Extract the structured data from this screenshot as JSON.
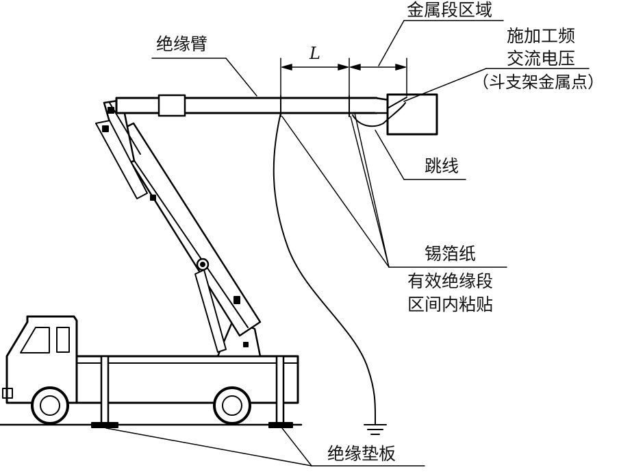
{
  "labels": {
    "metal_section": "金属段区域",
    "apply_voltage_1": "施加工频",
    "apply_voltage_2": "交流电压",
    "apply_voltage_3": "（斗支架金属点）",
    "insulated_arm": "绝缘臂",
    "length_symbol": "L",
    "jumper": "跳线",
    "tin_foil": "锡箔纸",
    "effective_1": "有效绝缘段",
    "effective_2": "区间内粘贴",
    "insulating_pad": "绝缘垫板"
  }
}
